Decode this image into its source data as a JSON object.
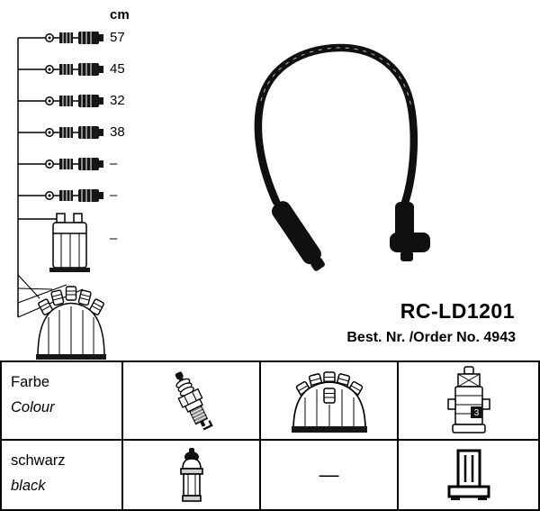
{
  "diagram": {
    "unit_label": "cm",
    "cables": [
      {
        "length": "57"
      },
      {
        "length": "45"
      },
      {
        "length": "32"
      },
      {
        "length": "38"
      },
      {
        "length": "–"
      },
      {
        "length": "–"
      }
    ],
    "coil_length": "–"
  },
  "product": {
    "code": "RC-LD1201",
    "order_line": "Best. Nr. /Order No. 4943"
  },
  "table": {
    "row1": {
      "label_de": "Farbe",
      "label_en": "Colour"
    },
    "row2": {
      "label_de": "schwarz",
      "label_en": "black",
      "distributor_value": "—"
    }
  },
  "icons": {
    "coil_marking": "3",
    "names": [
      "spark-plug-icon",
      "distributor-cap-icon",
      "ignition-coil-icon",
      "terminal-boot-icon",
      "coil-boot-icon"
    ]
  }
}
